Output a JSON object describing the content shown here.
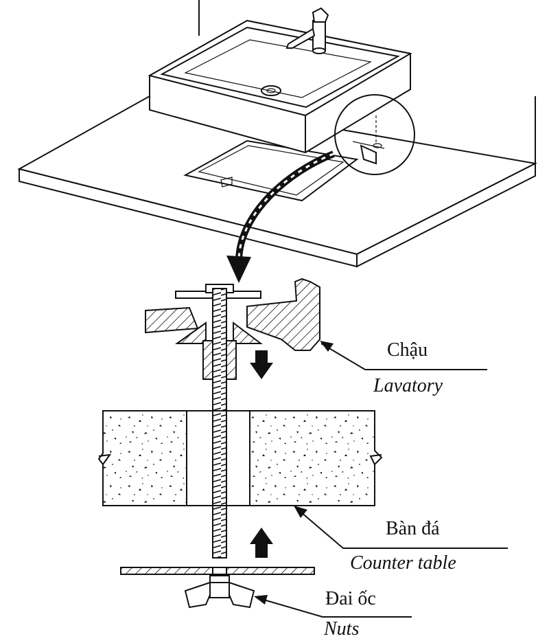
{
  "labels": {
    "lavatory_vi": "Chậu",
    "lavatory_en": "Lavatory",
    "counter_vi": "Bàn đá",
    "counter_en": "Counter table",
    "nuts_vi": "Đai ốc",
    "nuts_en": "Nuts"
  },
  "icons": [
    "curved-arrow-icon",
    "down-arrow-icon",
    "up-arrow-icon",
    "wing-nut-icon"
  ],
  "colors": {
    "line": "#111111",
    "background": "#ffffff"
  }
}
